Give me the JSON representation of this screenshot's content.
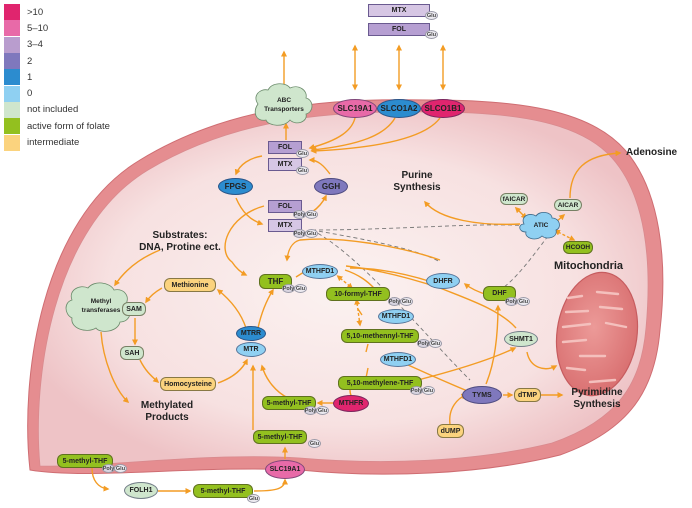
{
  "colors": {
    ">10": "#e0256e",
    "5-10": "#e86aa8",
    "3-4": "#b99dce",
    "2": "#7f78bd",
    "1": "#2c8ccf",
    "0": "#8fd0f2",
    "not_included": "#cfe6cd",
    "active_form": "#93c01f",
    "intermediate": "#fbd37e",
    "arrow": "#f39c24",
    "membrane": "#e2868a",
    "cytoplasm": "#f6dcdc",
    "mito": "#e07a7a",
    "dashed": "#777777"
  },
  "legend": [
    {
      "label": ">10",
      "color": "#e0256e"
    },
    {
      "label": "5–10",
      "color": "#e86aa8"
    },
    {
      "label": "3–4",
      "color": "#b99dce"
    },
    {
      "label": "2",
      "color": "#7f78bd"
    },
    {
      "label": "1",
      "color": "#2c8ccf"
    },
    {
      "label": "0",
      "color": "#8fd0f2"
    },
    {
      "label": "not included",
      "color": "#cfe6cd"
    },
    {
      "label": "active form of folate",
      "color": "#93c01f"
    },
    {
      "label": "intermediate",
      "color": "#fbd37e"
    }
  ],
  "extracellular": {
    "mtx": "MTX",
    "fol": "FOL",
    "glu": "Glu"
  },
  "transporters": {
    "abc": [
      "ABC",
      "Transporters"
    ],
    "slc19a1": "SLC19A1",
    "slco1a2": "SLCO1A2",
    "slco1b1": "SLCO1B1",
    "slc19a1_bottom": "SLC19A1"
  },
  "folate_cycle": {
    "fol": "FOL",
    "mtx": "MTX",
    "fol_poly": "FOL",
    "mtx_poly": "MTX",
    "fpgs": "FPGS",
    "ggh": "GGH",
    "glu": "Glu",
    "poly": "Poly",
    "thf": "THF",
    "mthfd1_a": "MTHFD1",
    "mthfd1_b": "MTHFD1",
    "mthfd1_c": "MTHFD1",
    "formyl_thf": "10-formyl-THF",
    "methenyl_thf": "5,10-methennyl-THF",
    "methylene_thf": "5,10-methylene-THF",
    "methyl_thf": "5-methyl-THF",
    "methyl_thf_glu": "5-methyl-THF",
    "mthfr": "MTHFR",
    "mtrr": "MTRR",
    "mtr": "MTR",
    "dhfr": "DHFR",
    "dhf": "DHF",
    "shmt1": "SHMT1",
    "tyms": "TYMS",
    "dump": "dUMP",
    "dtmp": "dTMP"
  },
  "methyl_cycle": {
    "methionine": "Methionine",
    "sam": "SAM",
    "sah": "SAH",
    "homocysteine": "Homocysteine",
    "methyltransferases": [
      "Methyl",
      "transferases"
    ]
  },
  "purine": {
    "faicar": "fAICAR",
    "aicar": "AICAR",
    "atic": "ATIC",
    "hcooh": "HCOOH"
  },
  "outside_cell": {
    "methyl_thf_poly": "5-methyl-THF",
    "folh1": "FOLH1",
    "methyl_thf_mono": "5-methyl-THF"
  },
  "labels": {
    "substrates_1": "Substrates:",
    "substrates_2": "DNA, Protine ect.",
    "methylated_1": "Methylated",
    "methylated_2": "Products",
    "purine_1": "Purine",
    "purine_2": "Synthesis",
    "pyrimidine_1": "Pyrimidine",
    "pyrimidine_2": "Synthesis",
    "adenosine": "Adenosine",
    "mitochondria": "Mitochondria"
  }
}
